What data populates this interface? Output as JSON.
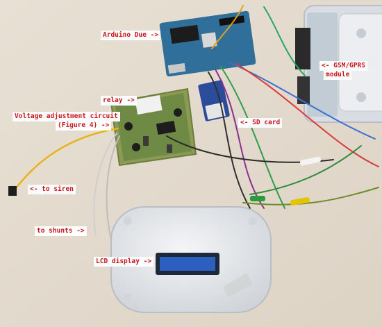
{
  "colors": {
    "background": "#e5dccf",
    "label_text": "#c8151b",
    "label_background": "#ffffff",
    "pcb_green": "#5f8b4a",
    "arduino_board": "#2f6f9a",
    "enclosure_white": "#e9ebee",
    "lcd_blue": "#2c5fbf"
  },
  "annotations": {
    "arduino_due": "Arduino Due ->",
    "gsm_gprs_line1": "<- GSM/GPRS",
    "gsm_gprs_line2": "module",
    "relay": "relay ->",
    "voltage_line1": "Voltage adjustment circuit",
    "voltage_line2": "(Figure 4) ->",
    "sd_card": "<- SD card",
    "siren": "<- to siren",
    "shunts": "to shunts ->",
    "lcd_display": "LCD display ->"
  }
}
